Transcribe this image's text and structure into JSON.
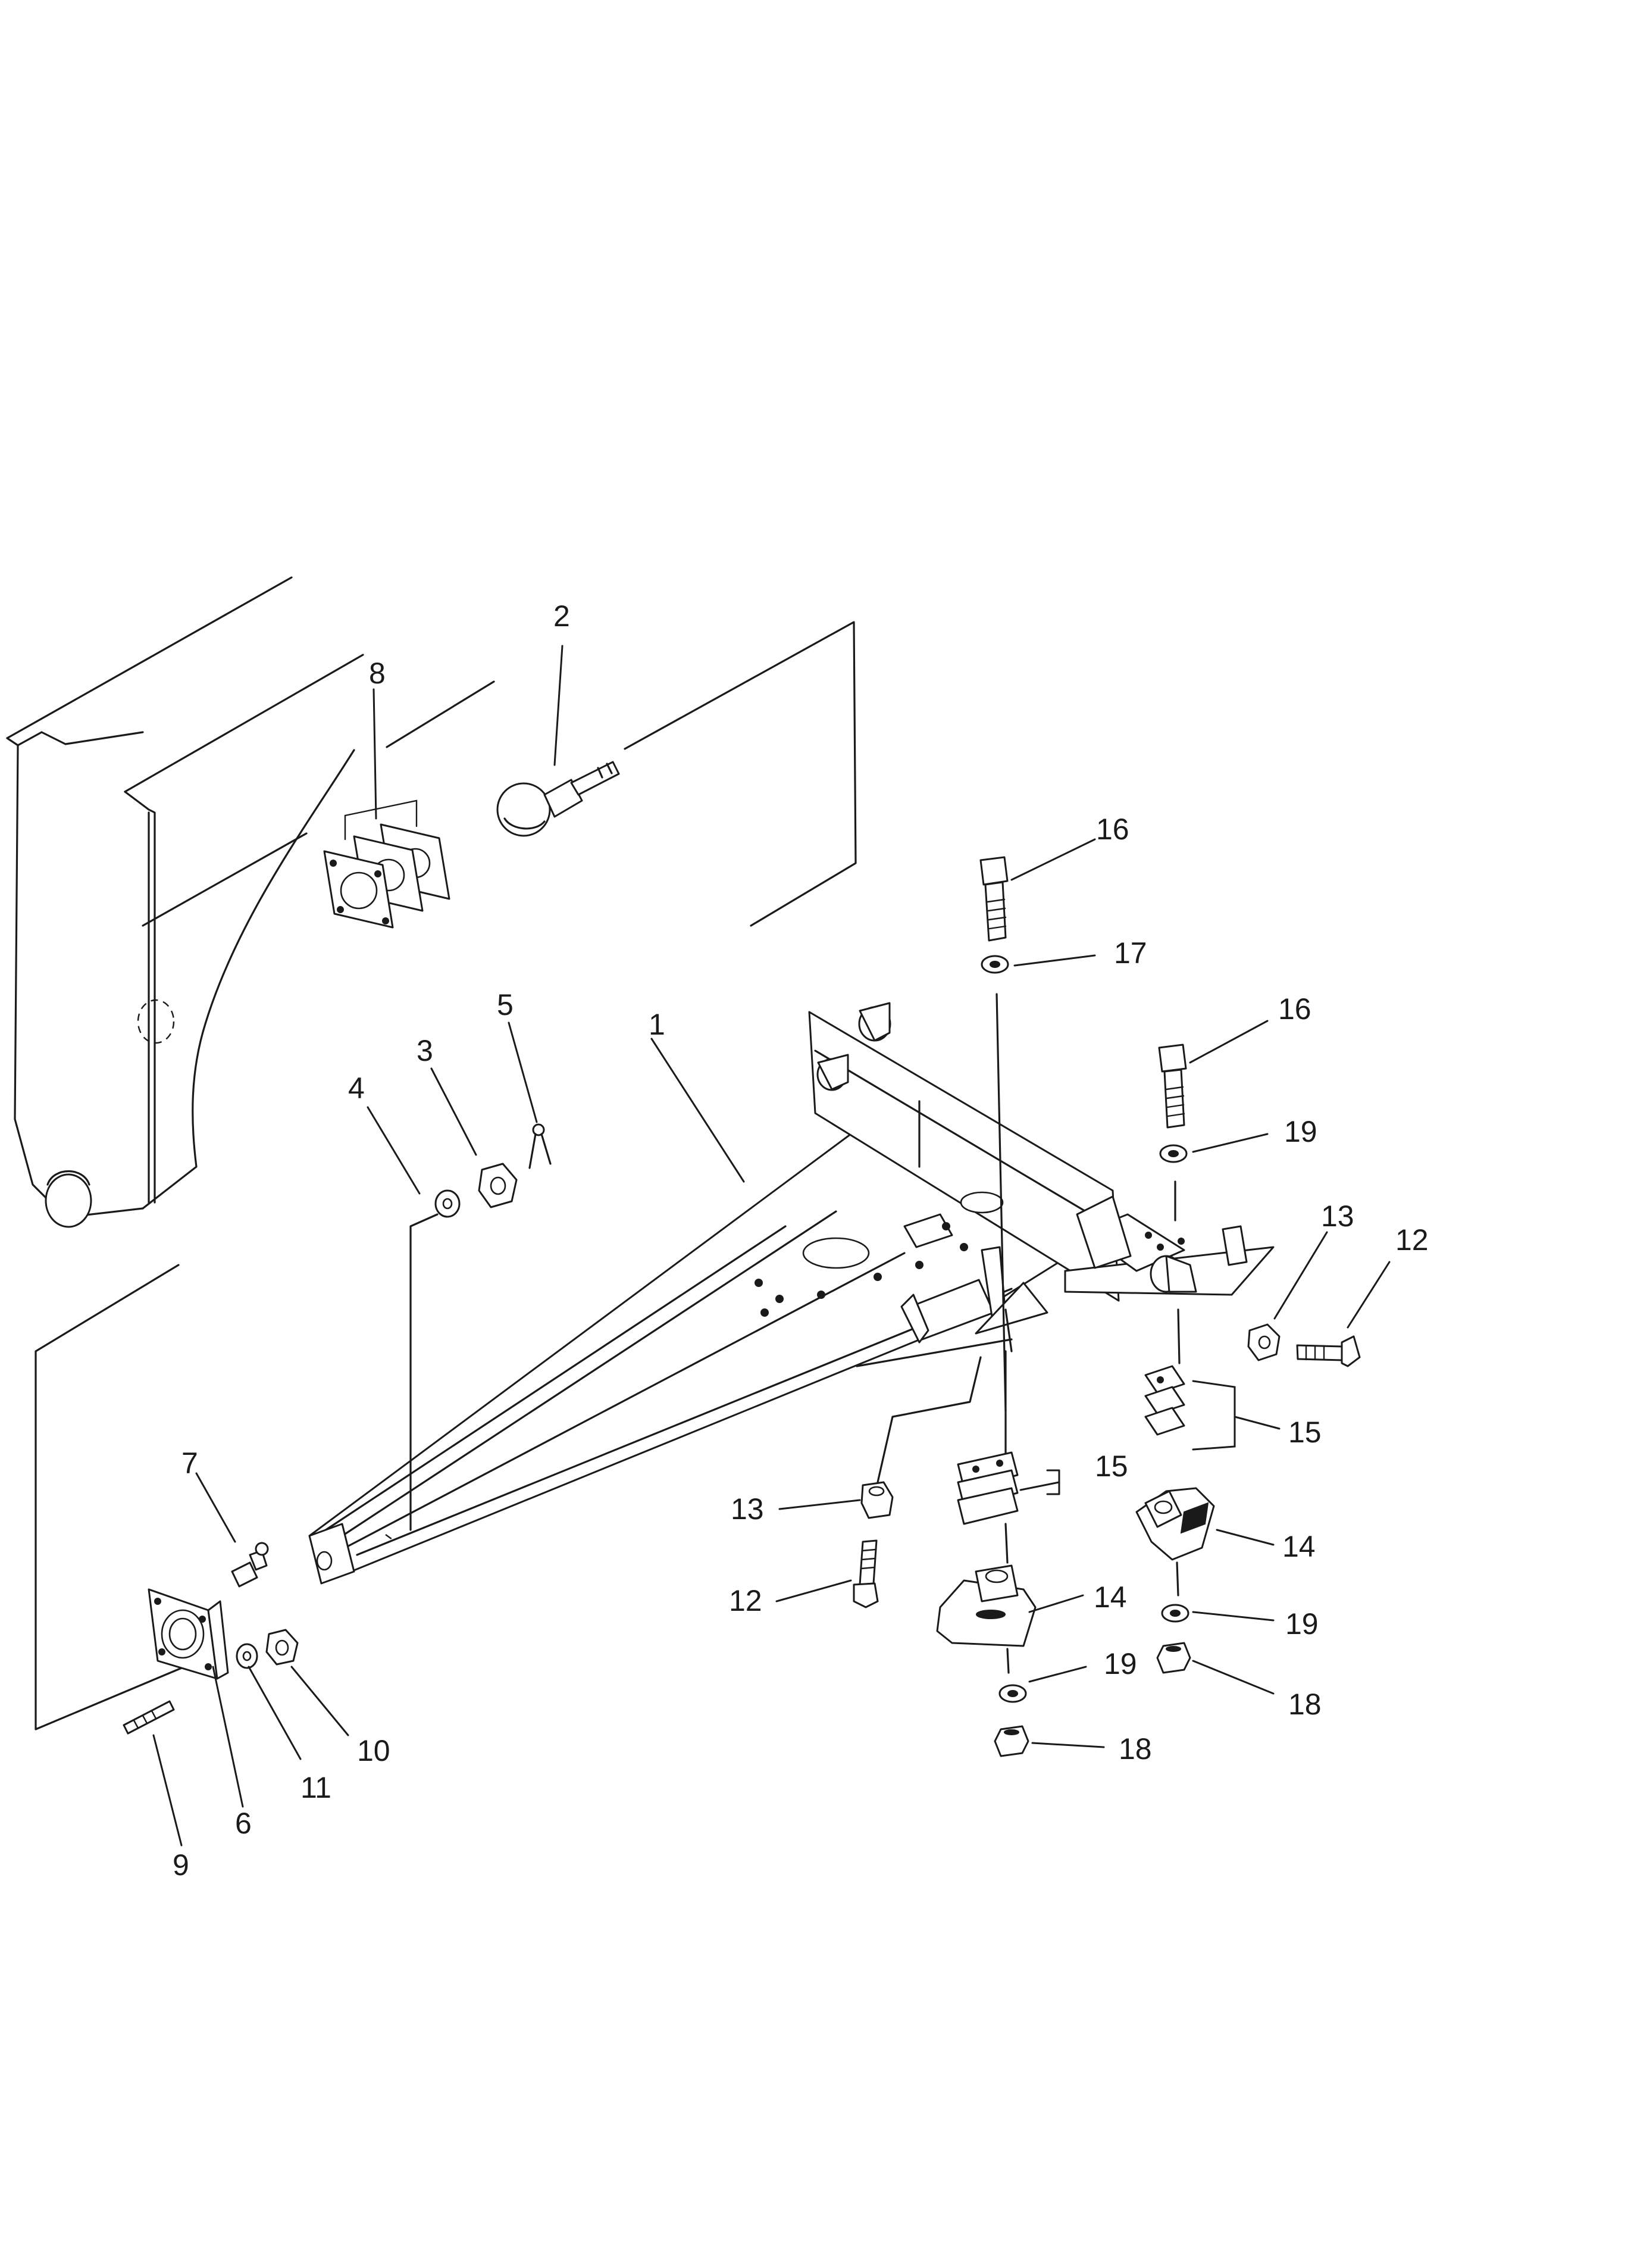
{
  "callouts": {
    "c1": "1",
    "c2": "2",
    "c3": "3",
    "c4": "4",
    "c5": "5",
    "c6": "6",
    "c7": "7",
    "c8": "8",
    "c9": "9",
    "c10": "10",
    "c11": "11",
    "c12a": "12",
    "c12b": "12",
    "c13a": "13",
    "c13b": "13",
    "c14a": "14",
    "c14b": "14",
    "c15a": "15",
    "c15b": "15",
    "c16a": "16",
    "c16b": "16",
    "c17": "17",
    "c18a": "18",
    "c18b": "18",
    "c19a": "19",
    "c19b": "19",
    "c19c": "19"
  }
}
